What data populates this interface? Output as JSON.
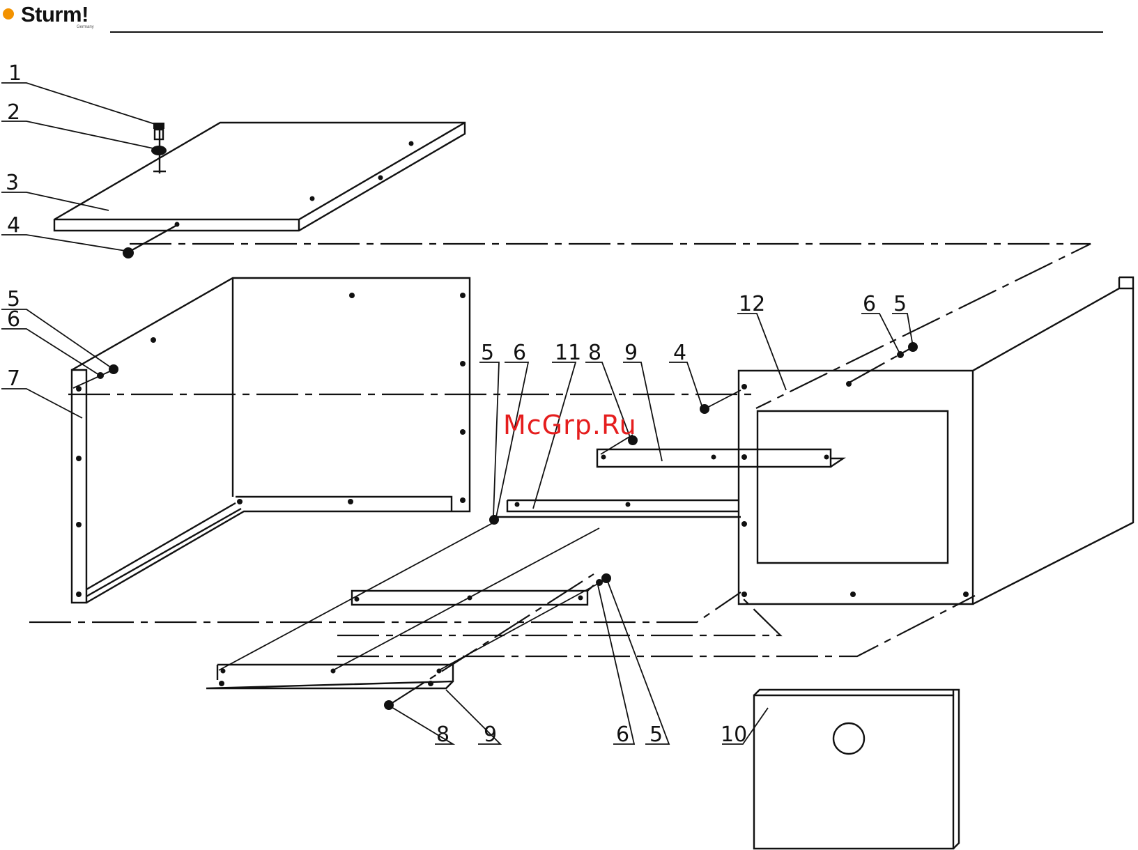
{
  "brand": {
    "name": "Sturm!",
    "tagline": "Germany",
    "accent_color": "#f39200"
  },
  "watermark": {
    "text": "McGrp.Ru",
    "color": "#e51d1d"
  },
  "diagram": {
    "callouts": [
      "1",
      "2",
      "3",
      "4",
      "5",
      "6",
      "7",
      "5",
      "6",
      "11",
      "8",
      "9",
      "4",
      "12",
      "6",
      "5",
      "8",
      "9",
      "6",
      "5",
      "10"
    ]
  }
}
